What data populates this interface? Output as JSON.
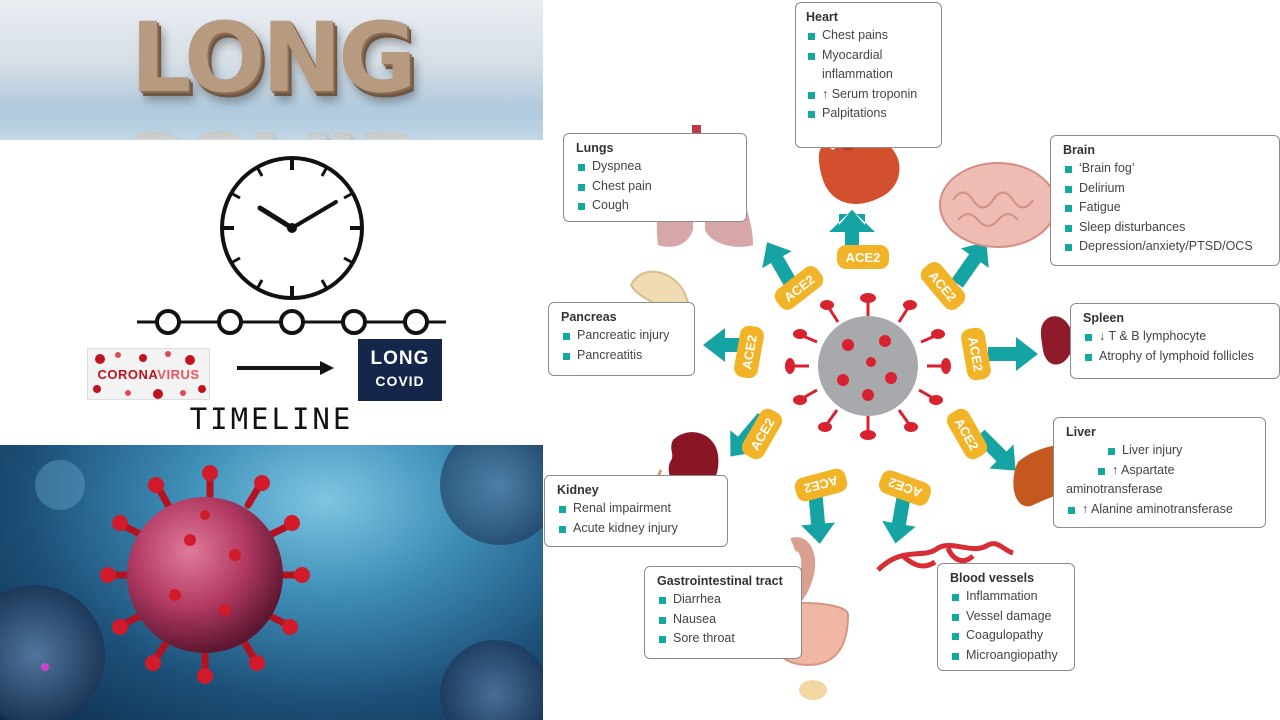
{
  "banner": {
    "title": "LONG COVID"
  },
  "timeline": {
    "left_badge": {
      "part1": "CORONA",
      "part2": "VIRUS"
    },
    "right_badge": {
      "line1": "LONG",
      "line2": "COVID"
    },
    "label": "TIMELINE"
  },
  "diagram": {
    "receptor_label": "ACE2",
    "colors": {
      "arrow": "#16a3a4",
      "receptor": "#f2b327",
      "virus_body": "#a7a9ac",
      "virus_spike": "#d8222f",
      "bullet": "#13a8a0"
    },
    "organs": {
      "heart": {
        "title": "Heart",
        "items": [
          "Chest pains",
          "Myocardial",
          "inflammation",
          "↑ Serum troponin",
          "Palpitations"
        ]
      },
      "lungs": {
        "title": "Lungs",
        "items": [
          "Dyspnea",
          "Chest pain",
          "Cough"
        ]
      },
      "brain": {
        "title": "Brain",
        "items": [
          "‘Brain fog’",
          "Delirium",
          "Fatigue",
          "Sleep disturbances",
          "Depression/anxiety/PTSD/OCS"
        ]
      },
      "pancreas": {
        "title": "Pancreas",
        "items": [
          "Pancreatic injury",
          "Pancreatitis"
        ]
      },
      "spleen": {
        "title": "Spleen",
        "items": [
          "↓ T & B lymphocyte",
          "Atrophy of lymphoid follicles"
        ]
      },
      "liver": {
        "title": "Liver",
        "items": [
          "Liver injury",
          "↑ Aspartate",
          "aminotransferase",
          "↑ Alanine aminotransferase"
        ]
      },
      "kidney": {
        "title": "Kidney",
        "items": [
          "Renal impairment",
          "Acute kidney injury"
        ]
      },
      "gi": {
        "title": "Gastrointestinal tract",
        "items": [
          "Diarrhea",
          "Nausea",
          "Sore throat"
        ]
      },
      "vessels": {
        "title": "Blood vessels",
        "items": [
          "Inflammation",
          "Vessel damage",
          "Coagulopathy",
          "Microangiopathy"
        ]
      }
    }
  }
}
